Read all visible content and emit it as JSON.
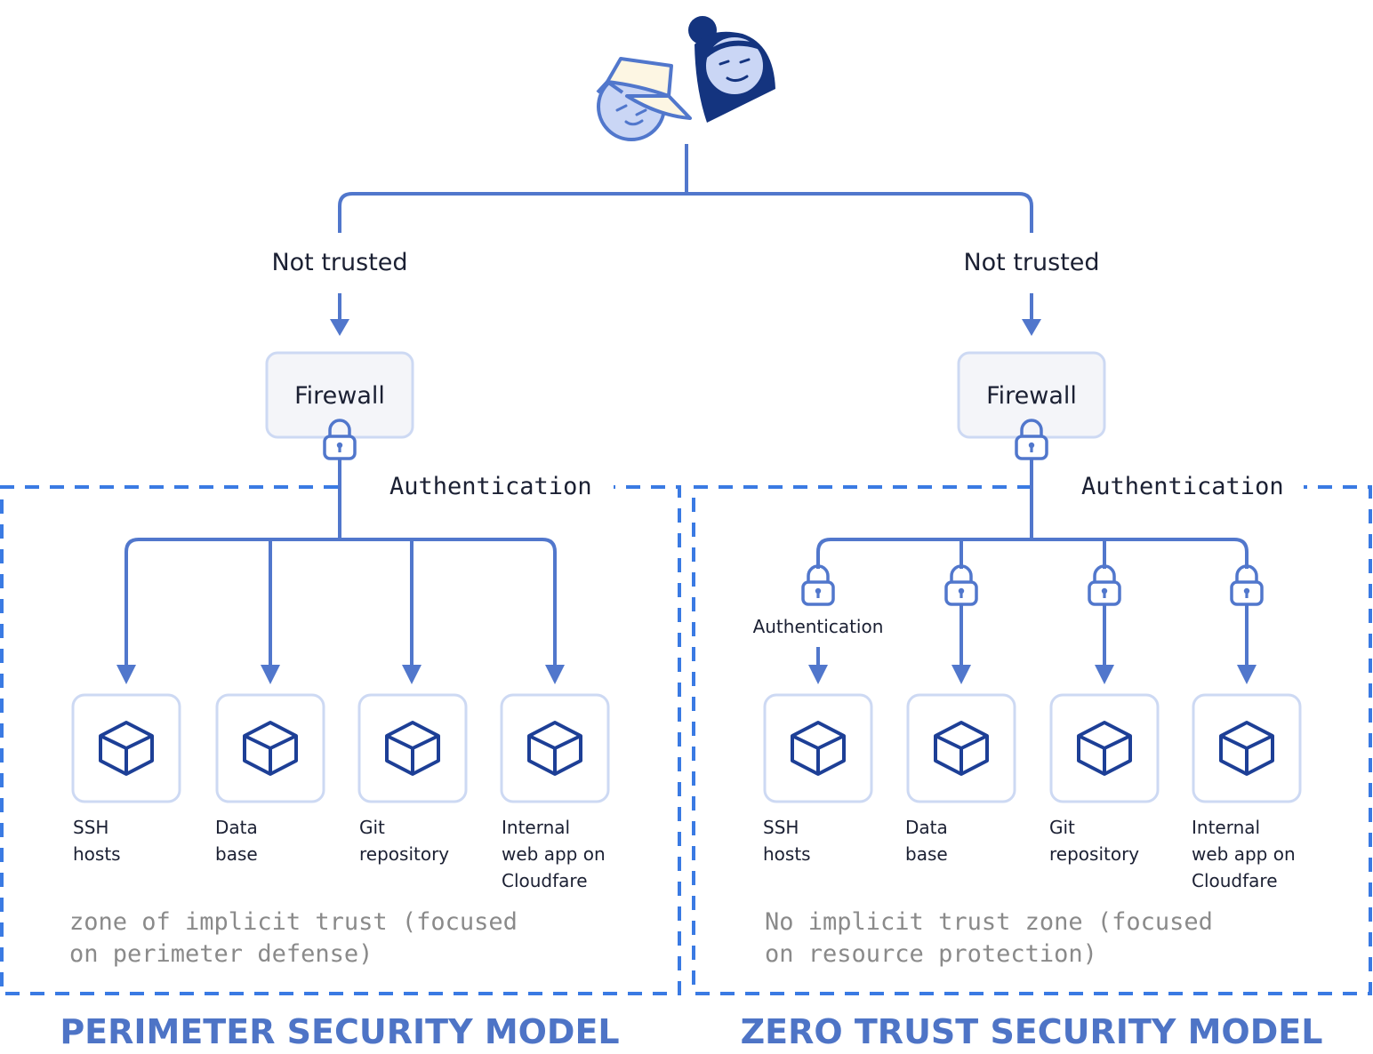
{
  "colors": {
    "line": "#5177cc",
    "dash": "#3a7ae3",
    "box_border": "#cdd9f3",
    "box_fill": "#f4f5f9",
    "cube": "#1d3f96",
    "title": "#4e74c6",
    "zone_text": "#8a8a8a",
    "avatar_dark": "#14347f",
    "avatar_light": "#cad6f5",
    "avatar_cap": "#fdf6e3"
  },
  "icons": [
    "users-icon",
    "lock-icon",
    "cube-icon",
    "arrow-down-icon"
  ],
  "perimeter": {
    "trust_label": "Not trusted",
    "firewall_label": "Firewall",
    "auth_label": "Authentication",
    "resources": [
      {
        "lines": [
          "SSH",
          "hosts"
        ]
      },
      {
        "lines": [
          "Data",
          "base"
        ]
      },
      {
        "lines": [
          "Git",
          "repository"
        ]
      },
      {
        "lines": [
          "Internal",
          "web app on",
          "Cloudfare"
        ]
      }
    ],
    "zone_caption": [
      "zone of implicit trust (focused",
      "on perimeter defense)"
    ],
    "title": "PERIMETER SECURITY MODEL"
  },
  "zero_trust": {
    "trust_label": "Not trusted",
    "firewall_label": "Firewall",
    "auth_label": "Authentication",
    "per_resource_auth_label": "Authentication",
    "resources": [
      {
        "lines": [
          "SSH",
          "hosts"
        ]
      },
      {
        "lines": [
          "Data",
          "base"
        ]
      },
      {
        "lines": [
          "Git",
          "repository"
        ]
      },
      {
        "lines": [
          "Internal",
          "web app on",
          "Cloudfare"
        ]
      }
    ],
    "zone_caption": [
      "No implicit trust zone (focused",
      "on resource protection)"
    ],
    "title": "ZERO TRUST SECURITY MODEL"
  }
}
